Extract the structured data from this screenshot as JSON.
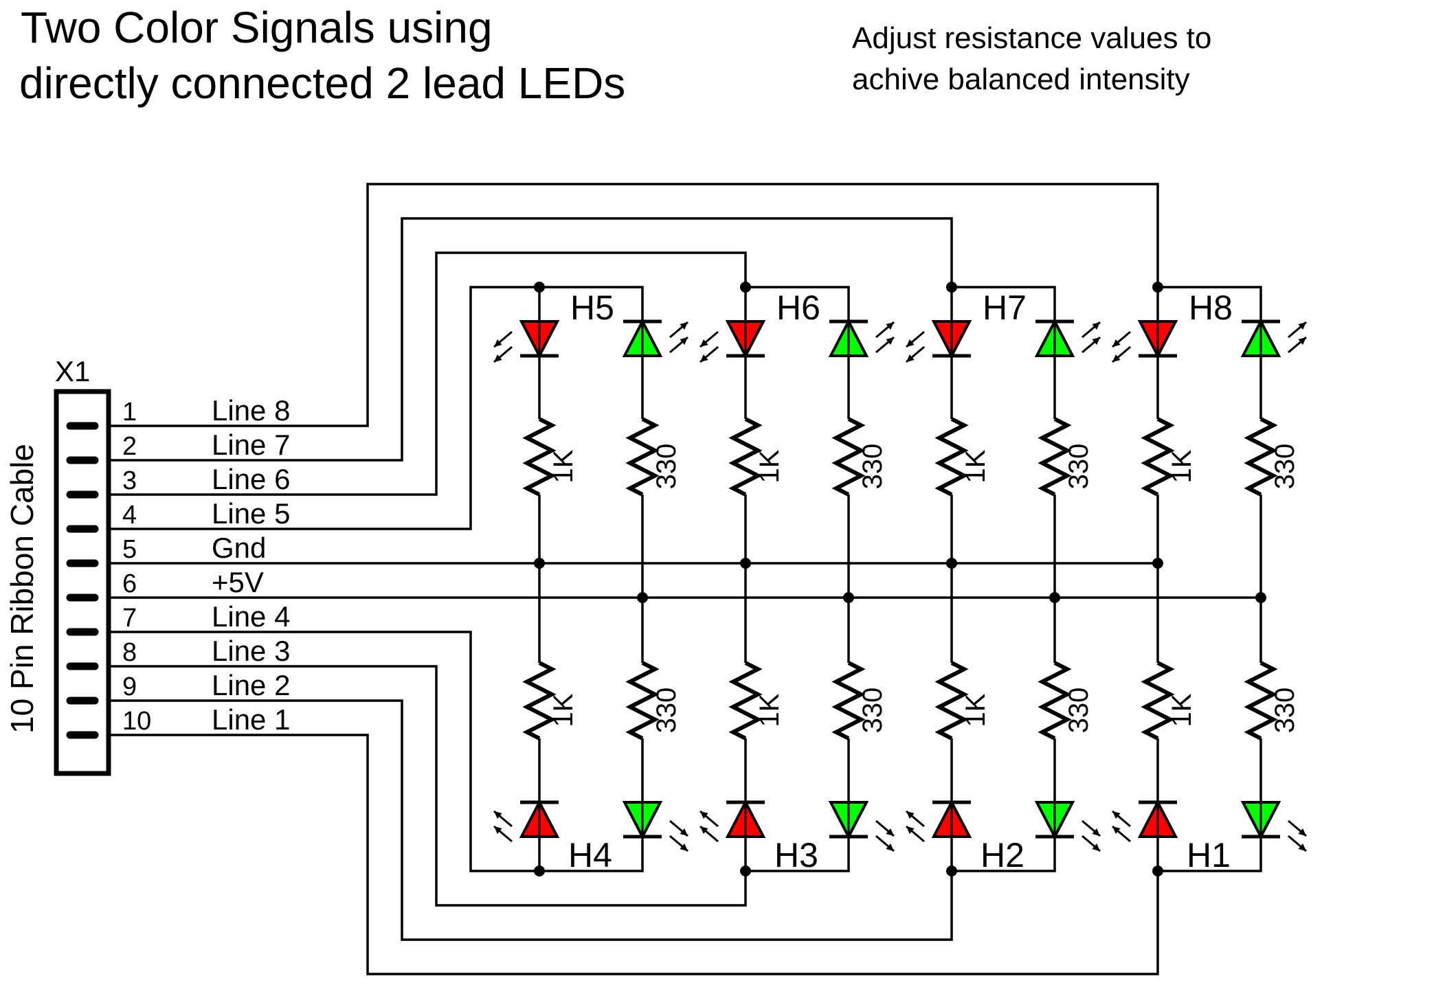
{
  "title": {
    "line1": "Two Color Signals using",
    "line2": "directly connected 2 lead LEDs"
  },
  "note": {
    "line1": "Adjust resistance values to",
    "line2": "achive balanced intensity"
  },
  "connector": {
    "ref": "X1",
    "side_label": "10 Pin Ribbon Cable",
    "pins": [
      {
        "num": "1",
        "label": "Line 8"
      },
      {
        "num": "2",
        "label": "Line 7"
      },
      {
        "num": "3",
        "label": "Line 6"
      },
      {
        "num": "4",
        "label": "Line 5"
      },
      {
        "num": "5",
        "label": "Gnd"
      },
      {
        "num": "6",
        "label": "+5V"
      },
      {
        "num": "7",
        "label": "Line 4"
      },
      {
        "num": "8",
        "label": "Line 3"
      },
      {
        "num": "9",
        "label": "Line 2"
      },
      {
        "num": "10",
        "label": "Line 1"
      }
    ]
  },
  "signals_top": [
    "H5",
    "H6",
    "H7",
    "H8"
  ],
  "signals_bottom": [
    "H4",
    "H3",
    "H2",
    "H1"
  ],
  "resistor_values": {
    "red": "1K",
    "green": "330"
  },
  "colors": {
    "red_led": "#ff0000",
    "green_led": "#00ff00",
    "wire": "#000000"
  }
}
